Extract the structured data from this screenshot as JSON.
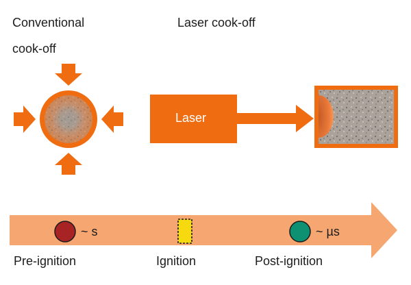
{
  "conventional": {
    "title_line1": "Conventional",
    "title_line2": "cook-off"
  },
  "laser_section": {
    "title": "Laser cook-off",
    "laser_box_label": "Laser"
  },
  "timeline": {
    "marker_pre_label": "~ s",
    "marker_post_label": "~ µs",
    "stage_pre": "Pre-ignition",
    "stage_ignition": "Ignition",
    "stage_post": "Post-ignition"
  },
  "colors": {
    "orange": "#ef6c11",
    "light_orange": "#f6a670",
    "pre_marker": "#a82424",
    "post_marker": "#0e9173",
    "ignition_marker": "#f7d90f"
  }
}
